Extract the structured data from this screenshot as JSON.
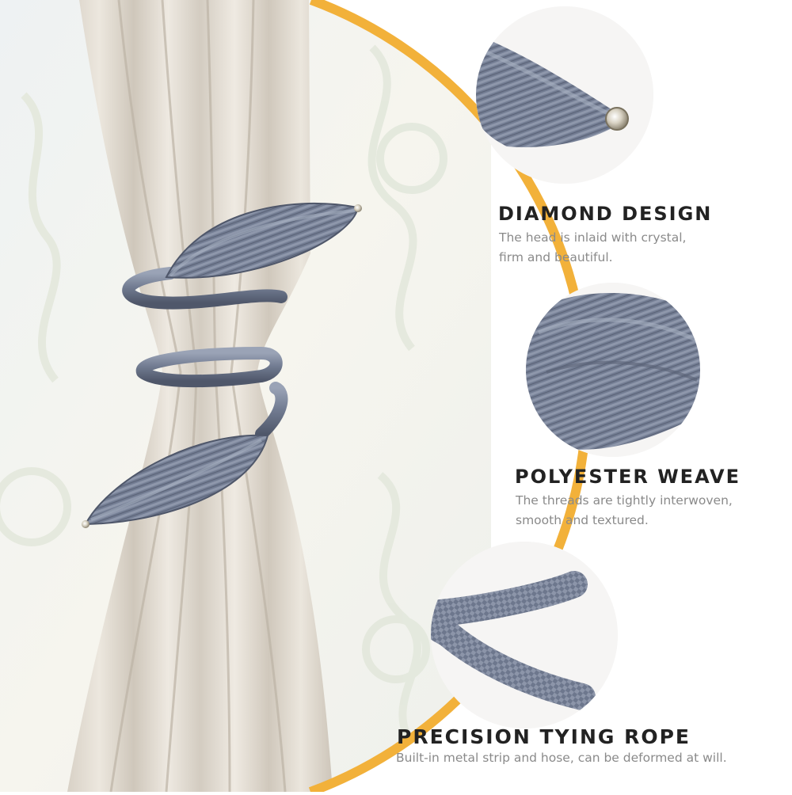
{
  "features": [
    {
      "title": "DIAMOND DESIGN",
      "description_lines": [
        "The head is inlaid with crystal,",
        "firm and beautiful."
      ]
    },
    {
      "title": "POLYESTER WEAVE",
      "description_lines": [
        "The threads are tightly interwoven,",
        "smooth and textured."
      ]
    },
    {
      "title": "PRECISION TYING ROPE",
      "description_lines": [
        "Built-in metal strip and hose, can be deformed at will."
      ]
    }
  ],
  "colors": {
    "accent_ring": "#f2b13a",
    "tieback": "#6f7a92",
    "curtain": "#e6e0d6",
    "title_text": "#222222",
    "desc_text": "#8a8a8a"
  }
}
